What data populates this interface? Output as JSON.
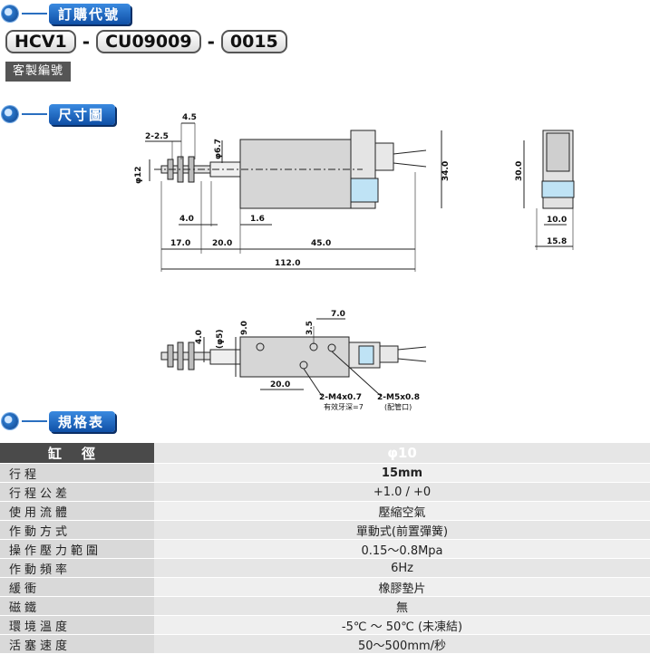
{
  "sections": {
    "order_code": "訂購代號",
    "dimensions": "尺寸圖",
    "specs": "規格表"
  },
  "order_code": {
    "parts": [
      "HCV1",
      "CU09009",
      "0015"
    ],
    "dash": "-",
    "custom_label": "客製編號"
  },
  "drawing_top": {
    "d_4_5": "4.5",
    "d_2_2_5": "2-2.5",
    "d_phi67": "φ6.7",
    "d_phi12": "φ12",
    "d_34": "34.0",
    "d_4_0": "4.0",
    "d_1_6": "1.6",
    "d_17": "17.0",
    "d_20": "20.0",
    "d_45": "45.0",
    "d_112": "112.0",
    "d_30": "30.0",
    "d_10": "10.0",
    "d_15_8": "15.8"
  },
  "drawing_bottom": {
    "d_4_0": "4.0",
    "d_phi5": "(φ5)",
    "d_9_0": "9.0",
    "d_3_5": "3.5",
    "d_7_0": "7.0",
    "d_20": "20.0",
    "m4": "2-M4x0.7",
    "m4_note": "有效牙深=7",
    "m5": "2-M5x0.8",
    "m5_note": "(配管口)"
  },
  "spec_table": {
    "header_key": "缸徑",
    "header_value": "φ10",
    "rows": [
      {
        "k": "行程",
        "v": "15mm"
      },
      {
        "k": "行程公差",
        "v": "+1.0 / +0"
      },
      {
        "k": "使用流體",
        "v": "壓縮空氣"
      },
      {
        "k": "作動方式",
        "v": "單動式(前置彈簧)"
      },
      {
        "k": "操作壓力範圍",
        "v": "0.15～0.8Mpa"
      },
      {
        "k": "作動頻率",
        "v": "6Hz"
      },
      {
        "k": "緩衝",
        "v": "橡膠墊片"
      },
      {
        "k": "磁鐵",
        "v": "無"
      },
      {
        "k": "環境溫度",
        "v": "-5℃ ～ 50℃ (未凍結)"
      },
      {
        "k": "活塞速度",
        "v": "50～500mm/秒"
      }
    ]
  }
}
